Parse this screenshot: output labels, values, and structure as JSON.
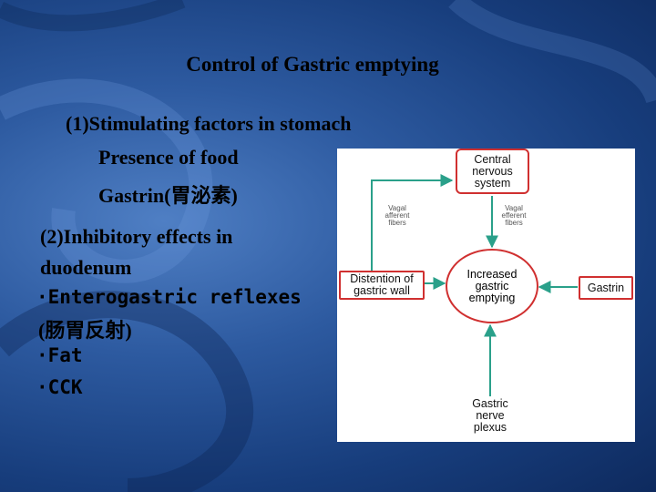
{
  "title": "Control of Gastric emptying",
  "left": {
    "line1": "(1)Stimulating factors in stomach",
    "line2": "Presence of food",
    "line3": "Gastrin(胃泌素)",
    "line4": "(2)Inhibitory effects in",
    "line5": "duodenum",
    "line6": "·Enterogastric reflexes",
    "line7": "(肠胃反射)",
    "line8": "·Fat",
    "line9": "·CCK"
  },
  "diagram": {
    "cns": "Central nervous system",
    "vagal_afferent": "Vagal afferent fibers",
    "vagal_efferent": "Vagal efferent fibers",
    "distention": "Distention of gastric wall",
    "center": "Increased gastric emptying",
    "gastrin": "Gastrin",
    "plexus": "Gastric nerve plexus"
  },
  "colors": {
    "arrow": "#2aa08a",
    "border": "#d03030"
  }
}
